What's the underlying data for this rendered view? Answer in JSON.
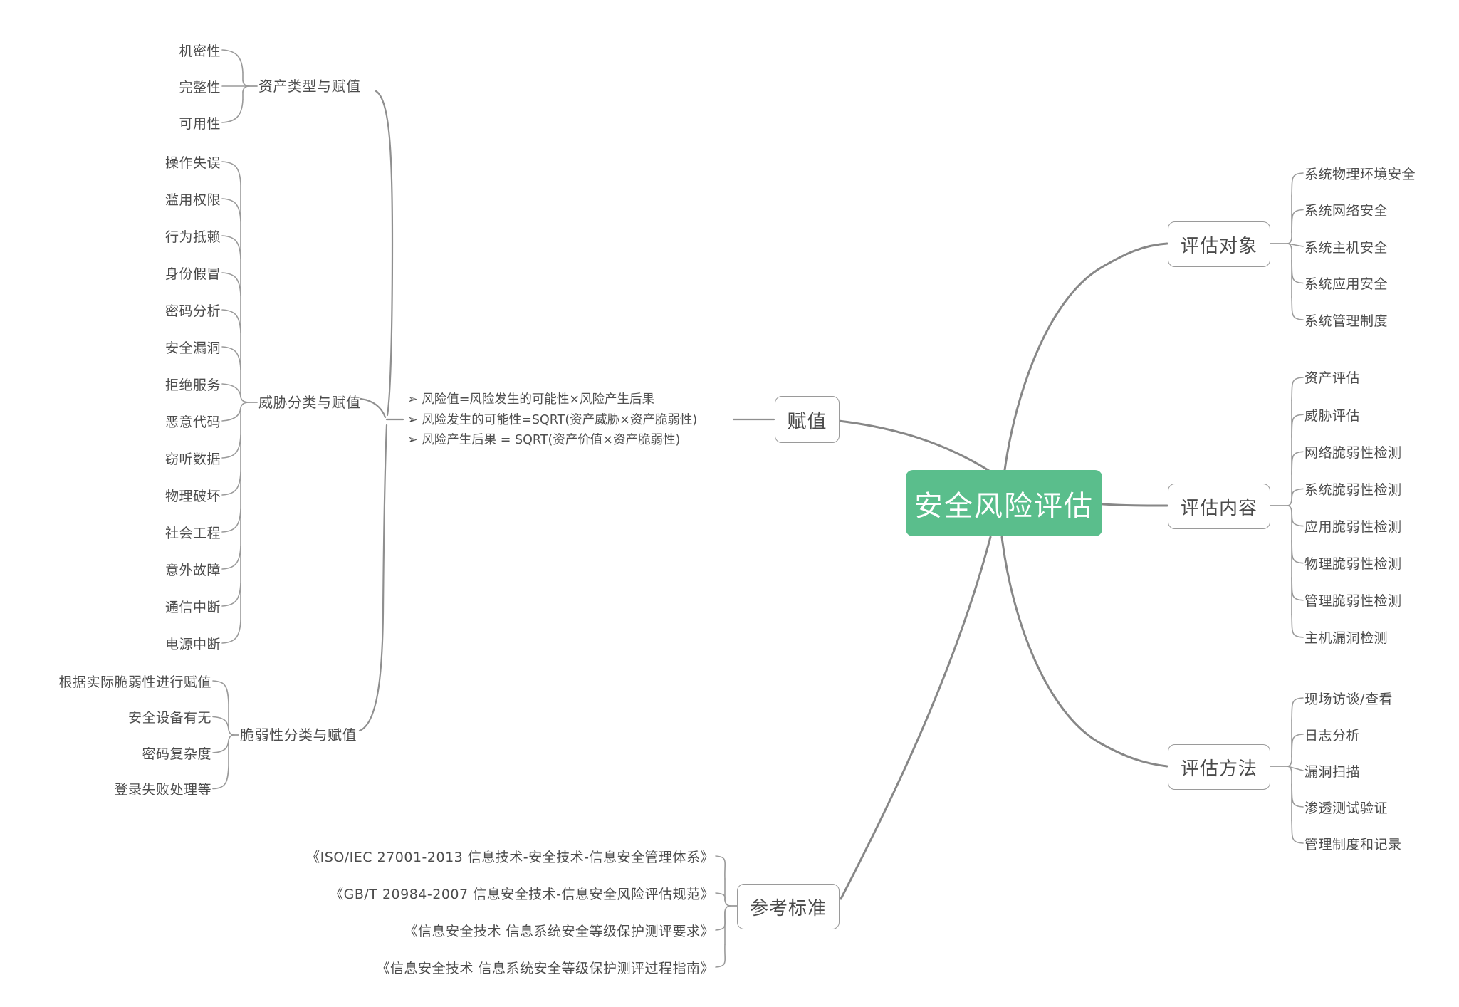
{
  "central": {
    "title": "安全风险评估",
    "color": "#5ABE8C"
  },
  "colors": {
    "accent_green": "#5ABE8C",
    "line_gray": "#8F8F8F",
    "line_dark": "#878787",
    "text_gray": "#4A4A4A"
  },
  "branches": {
    "assignment": {
      "node_label": "赋值",
      "formulas": [
        "➢ 风险值=风险发生的可能性×风险产生后果",
        "➢ 风险发生的可能性=SQRT(资产威胁×资产脆弱性)",
        "➢ 风险产生后果 = SQRT(资产价值×资产脆弱性)"
      ],
      "groups": [
        {
          "label": "资产类型与赋值",
          "items": [
            "机密性",
            "完整性",
            "可用性"
          ]
        },
        {
          "label": "威胁分类与赋值",
          "items": [
            "操作失误",
            "滥用权限",
            "行为抵赖",
            "身份假冒",
            "密码分析",
            "安全漏洞",
            "拒绝服务",
            "恶意代码",
            "窃听数据",
            "物理破坏",
            "社会工程",
            "意外故障",
            "通信中断",
            "电源中断"
          ]
        },
        {
          "label": "脆弱性分类与赋值",
          "items": [
            "根据实际脆弱性进行赋值",
            "安全设备有无",
            "密码复杂度",
            "登录失败处理等"
          ]
        }
      ]
    },
    "objects": {
      "node_label": "评估对象",
      "items": [
        "系统物理环境安全",
        "系统网络安全",
        "系统主机安全",
        "系统应用安全",
        "系统管理制度"
      ]
    },
    "contents": {
      "node_label": "评估内容",
      "items": [
        "资产评估",
        "威胁评估",
        "网络脆弱性检测",
        "系统脆弱性检测",
        "应用脆弱性检测",
        "物理脆弱性检测",
        "管理脆弱性检测",
        "主机漏洞检测"
      ]
    },
    "methods": {
      "node_label": "评估方法",
      "items": [
        "现场访谈/查看",
        "日志分析",
        "漏洞扫描",
        "渗透测试验证",
        "管理制度和记录"
      ]
    },
    "standards": {
      "node_label": "参考标准",
      "items": [
        "《ISO/IEC 27001-2013 信息技术-安全技术-信息安全管理体系》",
        "《GB/T 20984-2007 信息安全技术-信息安全风险评估规范》",
        "《信息安全技术 信息系统安全等级保护测评要求》",
        "《信息安全技术 信息系统安全等级保护测评过程指南》"
      ]
    }
  }
}
